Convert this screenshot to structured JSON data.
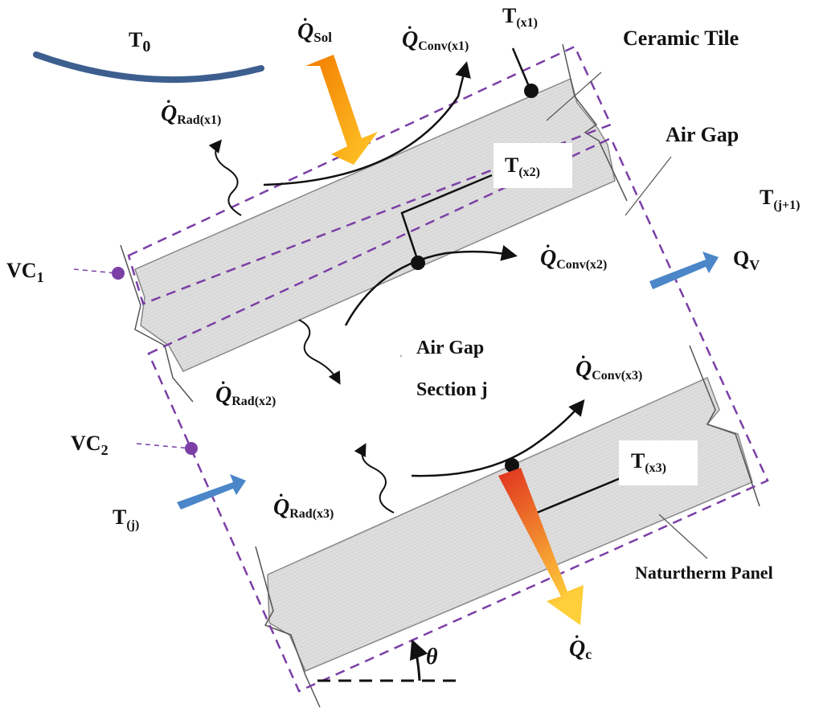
{
  "labels": {
    "t0": {
      "main": "T",
      "sub": "0"
    },
    "q_sol": {
      "main": "Q",
      "sub": "Sol"
    },
    "q_conv_x1": {
      "main": "Q",
      "sub": "Conv(x1)"
    },
    "t_x1": {
      "main": "T",
      "sub": "(x1)"
    },
    "ceramic_tile": "Ceramic Tile",
    "q_rad_x1": {
      "main": "Q",
      "sub": "Rad(x1)"
    },
    "air_gap_top": "Air Gap",
    "t_x2": {
      "main": "T",
      "sub": "(x2)"
    },
    "t_j1": {
      "main": "T",
      "sub": "(j+1)"
    },
    "vc1": {
      "main": "VC",
      "sub": "1"
    },
    "q_conv_x2": {
      "main": "Q",
      "sub": "Conv(x2)"
    },
    "q_v": {
      "main": "Q",
      "sub": "V"
    },
    "air_gap_center": "Air Gap",
    "section_j": "Section j",
    "q_rad_x2": {
      "main": "Q",
      "sub": "Rad(x2)"
    },
    "q_conv_x3": {
      "main": "Q",
      "sub": "Conv(x3)"
    },
    "vc2": {
      "main": "VC",
      "sub": "2"
    },
    "t_x3": {
      "main": "T",
      "sub": "(x3)"
    },
    "t_j": {
      "main": "T",
      "sub": "(j)"
    },
    "q_rad_x3": {
      "main": "Q",
      "sub": "Rad(x3)"
    },
    "naturtherm_panel": "Naturtherm Panel",
    "q_c": {
      "main": "Q",
      "sub": "c"
    },
    "theta": "θ"
  },
  "colors": {
    "panel_fill": "#dcdcdc",
    "dashed_box": "#7b3fa6",
    "flow_arrow": "#4a86c8",
    "sky_arc": "#3d5f8f",
    "sol_arrow_start": "#f27b00",
    "sol_arrow_end": "#ffc928",
    "qc_arrow_start": "#e0301e",
    "qc_arrow_end": "#ffcf3a"
  }
}
